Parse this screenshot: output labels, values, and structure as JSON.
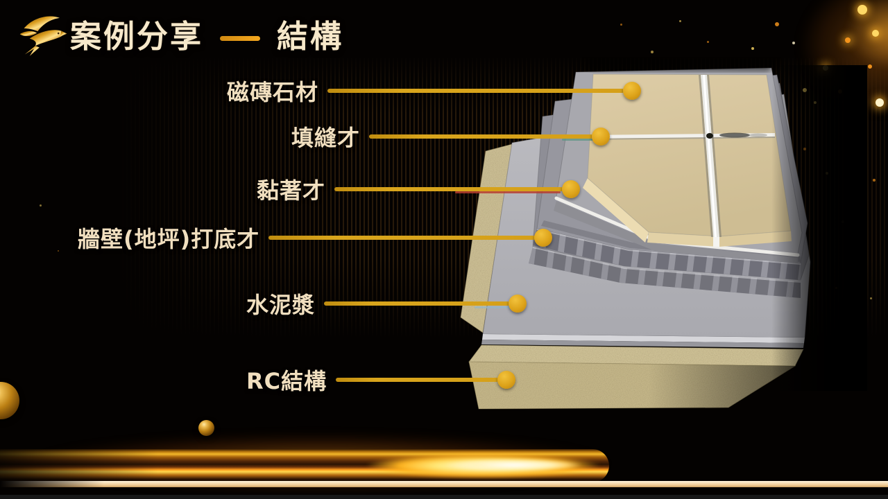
{
  "slide": {
    "header": {
      "logo_icon": "swallow-logo",
      "title_part1": "案例分享",
      "title_part2": "結構"
    },
    "callouts": [
      {
        "label": "磁磚石材"
      },
      {
        "label": "填縫才"
      },
      {
        "label": "黏著才"
      },
      {
        "label": "牆壁(地坪)打底才"
      },
      {
        "label": "水泥漿"
      },
      {
        "label": "RC結構"
      }
    ],
    "diagram": {
      "description_layers": [
        "磁磚石材",
        "填縫才",
        "黏著才",
        "牆壁(地坪)打底才",
        "水泥漿",
        "RC結構"
      ]
    },
    "colors": {
      "background": "#040201",
      "accent_gold": "#d5a019",
      "text_cream": "#f1dfbf",
      "tile_tan": "#d5c49c",
      "cement_gray": "#b4b4b9",
      "sand": "#cbbe93"
    }
  }
}
